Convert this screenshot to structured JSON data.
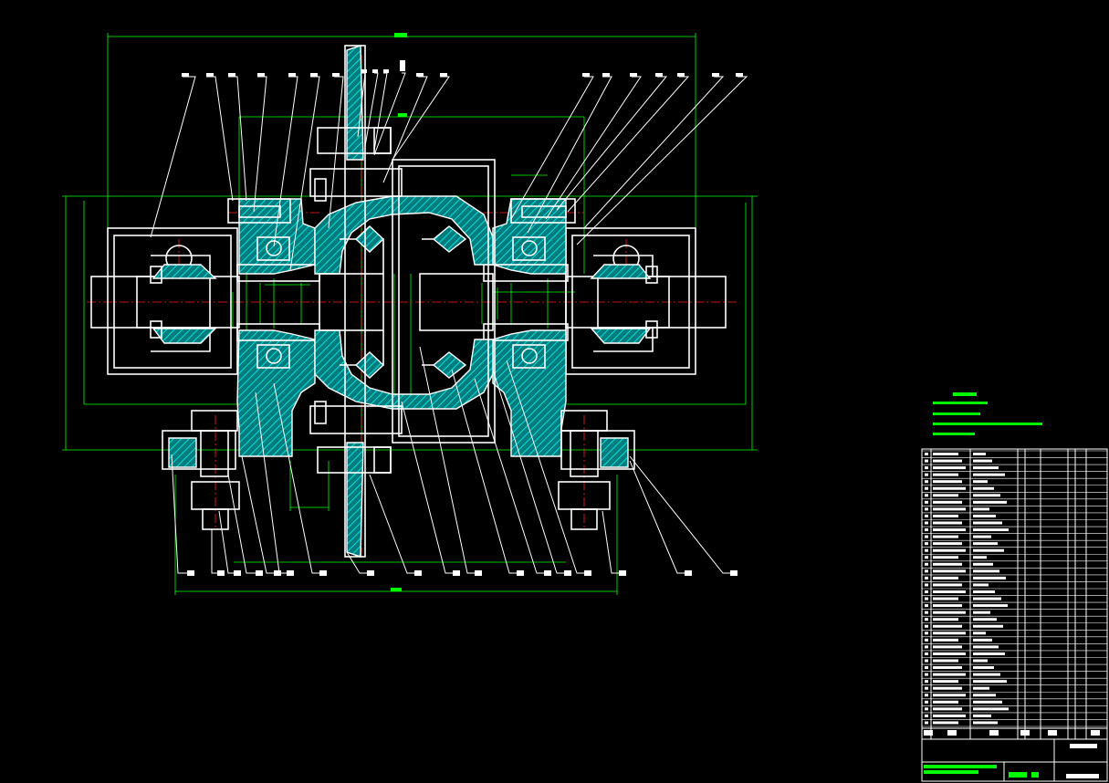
{
  "colors": {
    "background": "#000000",
    "outline": "#ffffff",
    "dimension": "#00ff00",
    "centerline": "#ff2020",
    "section_fill": "#00c8c8"
  },
  "drawing": {
    "balloons_top": [
      "1",
      "1",
      "2",
      "3",
      "4",
      "5",
      "6",
      "7"
    ],
    "balloons_bottom": [
      "8",
      "9",
      "10",
      "11",
      "12",
      "13",
      "14",
      "15",
      "16",
      "17",
      "18",
      "19",
      "20",
      "21",
      "22",
      "23",
      "24",
      "25"
    ]
  },
  "notes": {
    "title": "",
    "lines": []
  },
  "title_block": {
    "columns": [],
    "drawing_number": ""
  }
}
